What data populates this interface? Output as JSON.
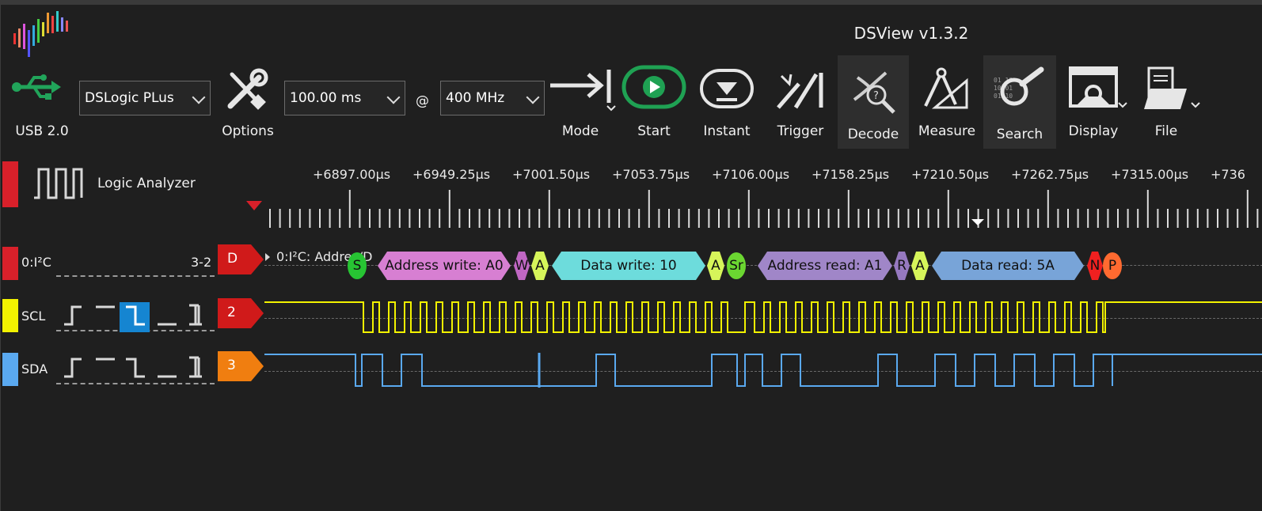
{
  "app": {
    "title": "DSView v1.3.2"
  },
  "toolbar": {
    "usb_label": "USB 2.0",
    "device_select": "DSLogic PLus",
    "options_label": "Options",
    "duration_select": "100.00 ms",
    "at_label": "@",
    "rate_select": "400 MHz",
    "mode_label": "Mode",
    "start_label": "Start",
    "instant_label": "Instant",
    "trigger_label": "Trigger",
    "decode_label": "Decode",
    "measure_label": "Measure",
    "search_label": "Search",
    "display_label": "Display",
    "file_label": "File"
  },
  "header": {
    "analyzer_label": "Logic Analyzer"
  },
  "ruler": {
    "ticks": [
      "+6897.00µs",
      "+6949.25µs",
      "+7001.50µs",
      "+7053.75µs",
      "+7106.00µs",
      "+7158.25µs",
      "+7210.50µs",
      "+7262.75µs",
      "+7315.00µs",
      "+736"
    ]
  },
  "channels": {
    "i2c": {
      "name": "0:I²C",
      "range": "3-2",
      "badge": "D",
      "overlay": "0:I²C: Addres/D"
    },
    "scl": {
      "name": "SCL",
      "badge": "2"
    },
    "sda": {
      "name": "SDA",
      "badge": "3"
    }
  },
  "decode": {
    "s": "S",
    "addr_write": "Address write: A0",
    "w": "W",
    "a1": "A",
    "data_write": "Data write: 10",
    "a2": "A",
    "sr": "Sr",
    "addr_read": "Address read: A1",
    "r": "R",
    "a3": "A",
    "data_read": "Data read: 5A",
    "n": "N",
    "p": "P"
  },
  "colors": {
    "scl": "#f2f200",
    "sda": "#5aa9f0",
    "i2c_bar": "#e0262f",
    "start_green": "#27a85a",
    "addr_write": "#d77fd2",
    "data_write": "#6ddcdc",
    "addr_read": "#a086c8",
    "data_read": "#78a4d8",
    "ack": "#d7f25a"
  }
}
